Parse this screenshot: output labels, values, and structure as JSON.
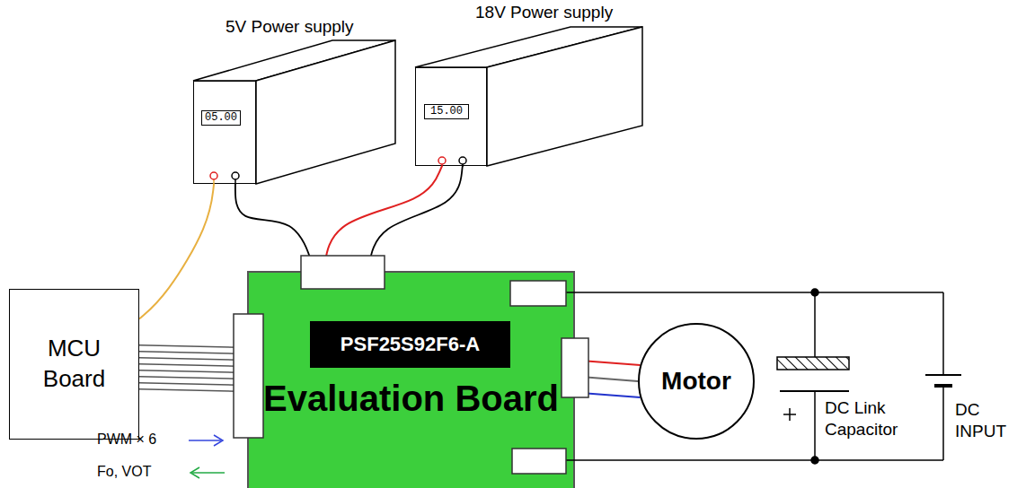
{
  "diagram": {
    "nodes": [
      {
        "text": [
          "5V Power supply",
          "05.00"
        ]
      },
      {
        "text": [
          "18V Power supply",
          "15.00"
        ]
      },
      {
        "text": [
          "MCU Board"
        ]
      },
      {
        "text": [
          "Evaluation Board"
        ]
      },
      {
        "text": [
          "PSF25S92F6-A"
        ],
        "in": 3
      },
      {
        "text": [
          "Motor"
        ]
      }
    ],
    "edges": [
      {
        "from": 0,
        "to": 2,
        "arrow": "none"
      },
      {
        "from": 0,
        "to": 3,
        "arrow": "none"
      },
      {
        "from": 1,
        "to": 3,
        "arrow": "none"
      },
      {
        "from": 1,
        "to": 3,
        "arrow": "none"
      },
      {
        "from": 2,
        "to": 3,
        "arrow": "none"
      },
      {
        "from": 3,
        "to": 5,
        "arrow": "none"
      }
    ],
    "labels": [
      "PWM × 6",
      "Fo, VOT",
      "DC Link Capacitor",
      "DC INPUT"
    ]
  }
}
